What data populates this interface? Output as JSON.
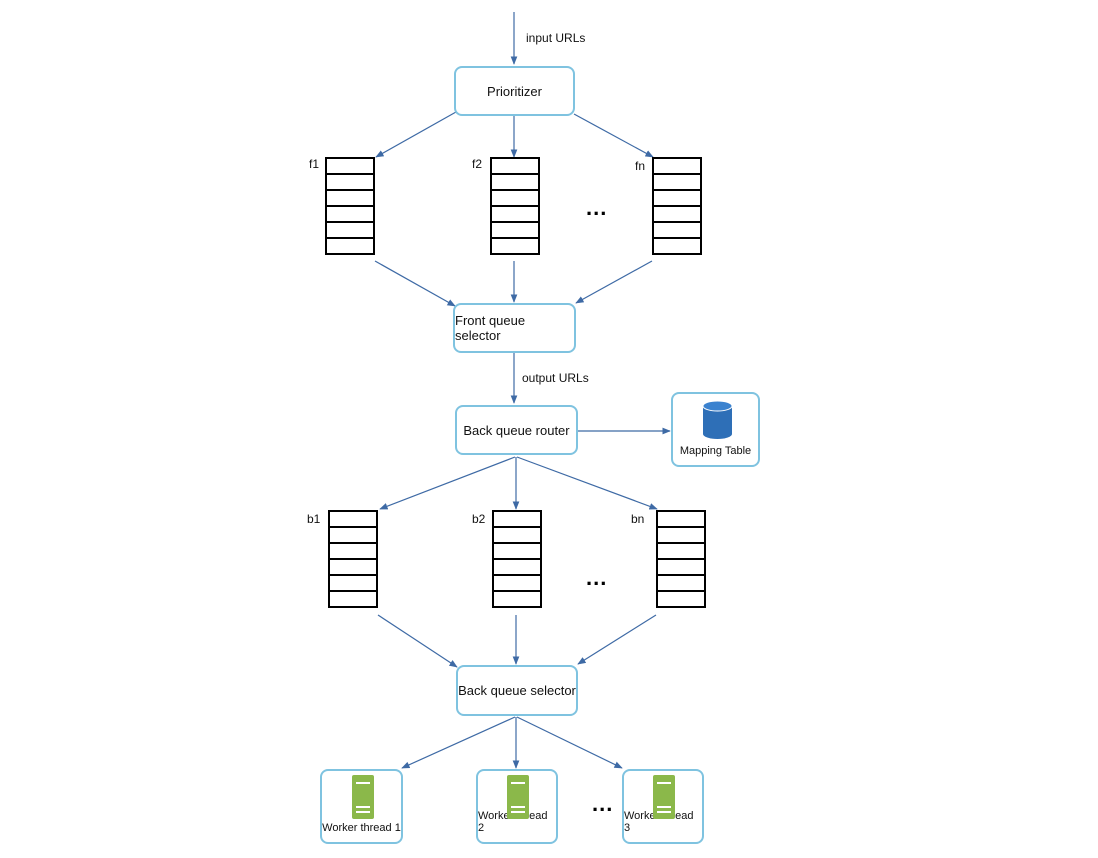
{
  "labels": {
    "input": "input URLs",
    "output": "output URLs"
  },
  "nodes": {
    "prioritizer": "Prioritizer",
    "front_selector": "Front queue selector",
    "back_router": "Back queue router",
    "mapping_table": "Mapping Table",
    "back_selector": "Back queue selector"
  },
  "front_queues": [
    "f1",
    "f2",
    "fn"
  ],
  "back_queues": [
    "b1",
    "b2",
    "bn"
  ],
  "ellipsis": "...",
  "workers": [
    "Worker thread 1",
    "Worker thread 2",
    "Worker thread 3"
  ],
  "colors": {
    "border": "#7fc3e0",
    "arrow": "#3e6aa5",
    "database": "#2e6fb7",
    "server": "#8bb84a"
  },
  "icons": {
    "mapping_table": "database-icon",
    "workers": "server-icon"
  }
}
